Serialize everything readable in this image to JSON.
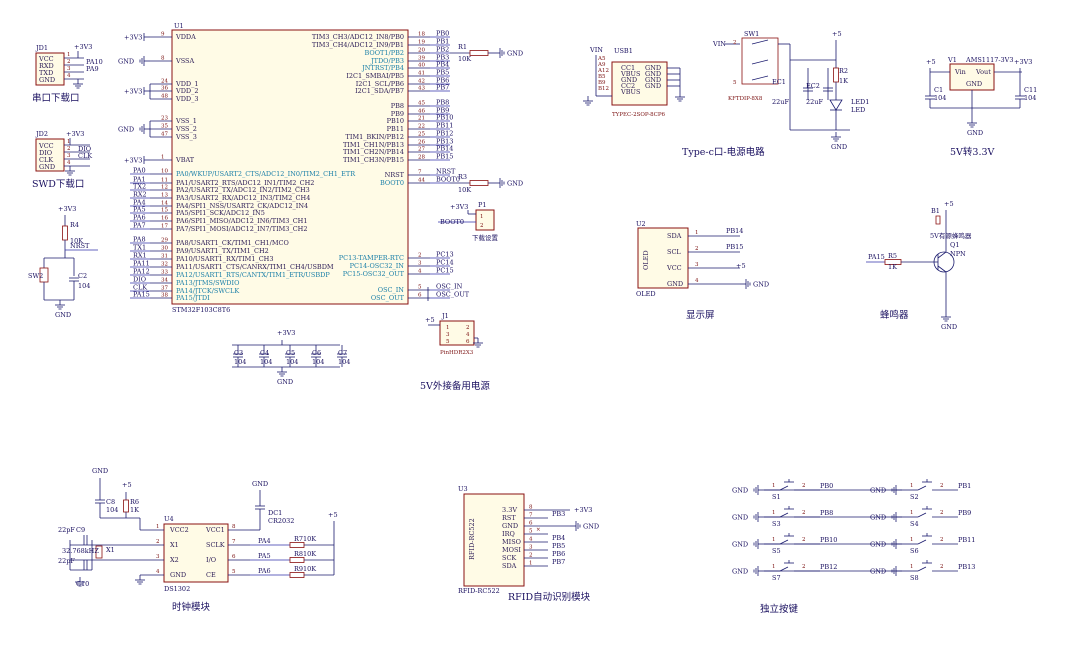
{
  "mcu": {
    "ref": "U1",
    "part": "STM32F103C8T6",
    "left_pins": [
      {
        "name": "VDDA",
        "num": "9"
      },
      {
        "name": "VSSA",
        "num": "8"
      },
      {
        "name": "VDD_1",
        "num": "24"
      },
      {
        "name": "VDD_2",
        "num": "36"
      },
      {
        "name": "VDD_3",
        "num": "48"
      },
      {
        "name": "VSS_1",
        "num": "23"
      },
      {
        "name": "VSS_2",
        "num": "35"
      },
      {
        "name": "VSS_3",
        "num": "47"
      },
      {
        "name": "VBAT",
        "num": "1"
      },
      {
        "name": "PA0/WKUP/USART2_CTS/ADC12_IN0/TIM2_CH1_ETR",
        "num": "10"
      },
      {
        "name": "PA1/USART2_RTS/ADC12_IN1/TIM2_CH2",
        "num": "11"
      },
      {
        "name": "PA2/USART2_TX/ADC12_IN2/TIM2_CH3",
        "num": "12"
      },
      {
        "name": "PA3/USART2_RX/ADC12_IN3/TIM2_CH4",
        "num": "13"
      },
      {
        "name": "PA4/SPI1_NSS/USART2_CK/ADC12_IN4",
        "num": "14"
      },
      {
        "name": "PA5/SPI1_SCK/ADC12_IN5",
        "num": "15"
      },
      {
        "name": "PA6/SPI1_MISO/ADC12_IN6/TIM3_CH1",
        "num": "16"
      },
      {
        "name": "PA7/SPI1_MOSI/ADC12_IN7/TIM3_CH2",
        "num": "17"
      },
      {
        "name": "PA8/USART1_CK/TIM1_CH1/MCO",
        "num": "29"
      },
      {
        "name": "PA9/USART1_TX/TIM1_CH2",
        "num": "30"
      },
      {
        "name": "PA10/USART1_RX/TIM1_CH3",
        "num": "31"
      },
      {
        "name": "PA11/USART1_CTS/CANRX/TIM1_CH4/USBDM",
        "num": "32"
      },
      {
        "name": "PA12/USART1_RTS/CANTX/TIM1_ETR/USBDP",
        "num": "33"
      },
      {
        "name": "PA13/JTMS/SWDIO",
        "num": "34"
      },
      {
        "name": "PA14/JTCK/SWCLK",
        "num": "37"
      },
      {
        "name": "PA15/JTDI",
        "num": "38"
      }
    ],
    "right_pins": [
      {
        "name": "TIM3_CH3/ADC12_IN8/PB0",
        "num": "18"
      },
      {
        "name": "TIM3_CH4/ADC12_IN9/PB1",
        "num": "19"
      },
      {
        "name": "BOOT1/PB2",
        "num": "20"
      },
      {
        "name": "JTDO/PB3",
        "num": "39"
      },
      {
        "name": "JNTRST/PB4",
        "num": "40"
      },
      {
        "name": "I2C1_SMBAI/PB5",
        "num": "41"
      },
      {
        "name": "I2C1_SCL/PB6",
        "num": "42"
      },
      {
        "name": "I2C1_SDA/PB7",
        "num": "43"
      },
      {
        "name": "PB8",
        "num": "45"
      },
      {
        "name": "PB9",
        "num": "46"
      },
      {
        "name": "PB10",
        "num": "21"
      },
      {
        "name": "PB11",
        "num": "22"
      },
      {
        "name": "TIM1_BKIN/PB12",
        "num": "25"
      },
      {
        "name": "TIM1_CH1N/PB13",
        "num": "26"
      },
      {
        "name": "TIM1_CH2N/PB14",
        "num": "27"
      },
      {
        "name": "TIM1_CH3N/PB15",
        "num": "28"
      },
      {
        "name": "NRST",
        "num": "7"
      },
      {
        "name": "BOOT0",
        "num": "44"
      },
      {
        "name": "PC13-TAMPER-RTC",
        "num": "2"
      },
      {
        "name": "PC14-OSC32_IN",
        "num": "3"
      },
      {
        "name": "PC15-OSC32_OUT",
        "num": "4"
      },
      {
        "name": "OSC_IN",
        "num": "5"
      },
      {
        "name": "OSC_OUT",
        "num": "6"
      }
    ],
    "left_nets": [
      "PA0",
      "PA1",
      "TX2",
      "RX2",
      "PA4",
      "PA5",
      "PA6",
      "PA7",
      "PA8",
      "TX1",
      "RX1",
      "PA11",
      "PA12",
      "DIO",
      "CLK",
      "PA15"
    ],
    "right_nets": [
      "PB0",
      "PB1",
      "PB2",
      "PB3",
      "PB4",
      "PB5",
      "PB6",
      "PB7",
      "PB8",
      "PB9",
      "PB10",
      "PB11",
      "PB12",
      "PB13",
      "PB14",
      "PB15",
      "NRST",
      "BOOT0",
      "PC13",
      "PC14",
      "PC15",
      "OSC_IN",
      "OSC_OUT"
    ],
    "power_labels": [
      "+3V3",
      "GND",
      "+3V3",
      "GND",
      "+3V3"
    ]
  },
  "jd1": {
    "ref": "JD1",
    "pins": [
      "VCC",
      "RXD",
      "TXD",
      "GND"
    ],
    "nets": [
      "PA10",
      "PA9"
    ],
    "vcc": "+3V3",
    "title": "串口下载口"
  },
  "jd2": {
    "ref": "JD2",
    "pins": [
      "VCC",
      "DIO",
      "CLK",
      "GND"
    ],
    "nets": [
      "DIO",
      "CLK"
    ],
    "vcc": "+3V3",
    "title": "SWD下载口"
  },
  "reset": {
    "r4": "R4",
    "r4v": "10K",
    "c2": "C2",
    "c2v": "104",
    "sw": "SW2",
    "net": "NRST",
    "vcc": "+3V3",
    "gnd": "GND"
  },
  "r1": {
    "ref": "R1",
    "val": "10K",
    "gnd": "GND"
  },
  "r3": {
    "ref": "R3",
    "val": "10K",
    "gnd": "GND"
  },
  "p1": {
    "ref": "P1",
    "vcc": "+3V3",
    "net": "BOOT0",
    "title": "下载设置"
  },
  "j1": {
    "ref": "J1",
    "part": "PinHDR2X3",
    "vcc": "+5",
    "title": "5V外接备用电源"
  },
  "decoupling": {
    "vcc": "+3V3",
    "gnd": "GND",
    "caps": [
      "C3",
      "C4",
      "C5",
      "C6",
      "C7"
    ],
    "val": "104"
  },
  "usb": {
    "ref": "USB1",
    "part": "TYPEC-2SOP-8CP6",
    "pins": [
      "CC1",
      "VBUS",
      "GND",
      "CC2",
      "VBUS"
    ],
    "right": [
      "GND",
      "GND",
      "GND",
      "GND"
    ],
    "left": [
      "A5",
      "A9",
      "A12",
      "B5",
      "B9",
      "B12"
    ],
    "vin": "VIN"
  },
  "power_sw": {
    "ref": "SW1",
    "part": "KFTDIP-8X8",
    "vin": "VIN",
    "ec1": "EC1",
    "ec1v": "22uF",
    "ec2": "EC2",
    "ec2v": "22uF",
    "r2": "R2",
    "r2v": "1K",
    "led": "LED1",
    "ledv": "LED",
    "vcc": "+5",
    "gnd": "GND",
    "title": "Type-c口-电源电路"
  },
  "ldo": {
    "ref": "V1",
    "part": "AMS1117-3V3",
    "pins": [
      "Vin",
      "Vout",
      "GND"
    ],
    "c1": "C1",
    "c1v": "104",
    "c11": "C11",
    "c11v": "104",
    "in": "+5",
    "out": "+3V3",
    "gnd": "GND",
    "title": "5V转3.3V"
  },
  "oled": {
    "ref": "U2",
    "part": "OLED",
    "pins": [
      "SDA",
      "SCL",
      "VCC",
      "GND"
    ],
    "nets": [
      "PB14",
      "PB15",
      "+5",
      "GND"
    ],
    "title": "显示屏"
  },
  "buzzer": {
    "b1": "B1",
    "part": "5V有源蜂鸣器",
    "q": "Q1",
    "qt": "NPN",
    "r": "R5",
    "rv": "1K",
    "net": "PA15",
    "vcc": "+5",
    "gnd": "GND",
    "title": "蜂鸣器"
  },
  "clock": {
    "ref": "U4",
    "part": "DS1302",
    "left": [
      "VCC2",
      "X1",
      "X2",
      "GND"
    ],
    "right": [
      "VCC1",
      "SCLK",
      "I/O",
      "CE"
    ],
    "c8": "C8",
    "c8v": "104",
    "r6": "R6",
    "r6v": "1K",
    "c9": "C9",
    "c9v": "22pF",
    "c10": "C10",
    "c10v": "22pF",
    "x": "X1",
    "xv": "32.768kHZ",
    "dc": "DC1",
    "dcv": "CR2032",
    "r7": "R7",
    "r8": "R8",
    "r9": "R9",
    "rv": "10K",
    "nets": [
      "PA4",
      "PA5",
      "PA6"
    ],
    "vcc": "+5",
    "gnd": "GND",
    "title": "时钟模块"
  },
  "rfid": {
    "ref": "U3",
    "part": "RFID-RC522",
    "pins": [
      "3.3V",
      "RST",
      "GND",
      "IRQ",
      "MISO",
      "MOSI",
      "SCK",
      "SDA"
    ],
    "nets": [
      "PB3",
      "PB4",
      "PB5",
      "PB6",
      "PB7"
    ],
    "vcc": "+3V3",
    "gnd": "GND",
    "title": "RFID自动识别模块"
  },
  "keys": {
    "items": [
      {
        "ref": "S1",
        "net": "PB0"
      },
      {
        "ref": "S2",
        "net": "PB1"
      },
      {
        "ref": "S3",
        "net": "PB8"
      },
      {
        "ref": "S4",
        "net": "PB9"
      },
      {
        "ref": "S5",
        "net": "PB10"
      },
      {
        "ref": "S6",
        "net": "PB11"
      },
      {
        "ref": "S7",
        "net": "PB12"
      },
      {
        "ref": "S8",
        "net": "PB13"
      }
    ],
    "gnd": "GND",
    "title": "独立按键"
  }
}
